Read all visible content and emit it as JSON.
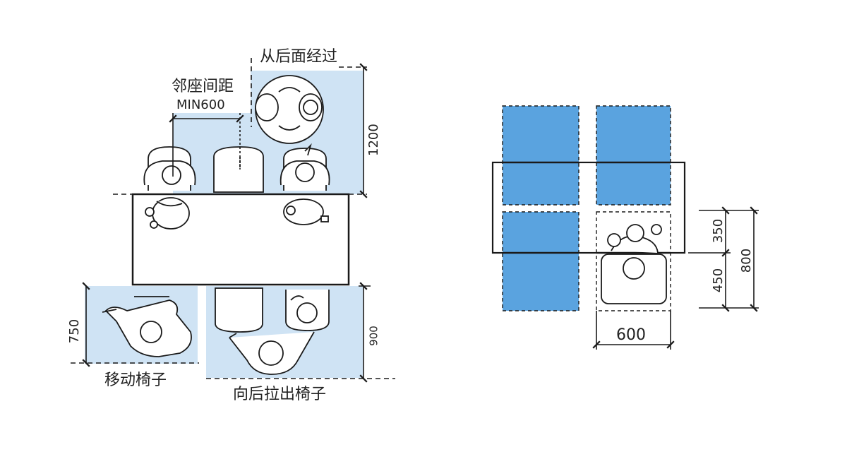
{
  "left": {
    "labels": {
      "pass_behind": "从后面经过",
      "adjacent_spacing": "邻座间距",
      "adjacent_min": "MIN600",
      "move_chair": "移动椅子",
      "pull_back_chair": "向后拉出椅子"
    },
    "dims": {
      "pass_behind": "1200",
      "move_chair": "750",
      "pull_back": "900"
    }
  },
  "right": {
    "dims": {
      "seat_width": "600",
      "upper_depth": "350",
      "lower_depth": "450",
      "total_depth": "800"
    }
  },
  "colors": {
    "zone_fill": "#cfe3f4",
    "seat_fill": "#5aa3df",
    "ink": "#1a1a1a"
  }
}
